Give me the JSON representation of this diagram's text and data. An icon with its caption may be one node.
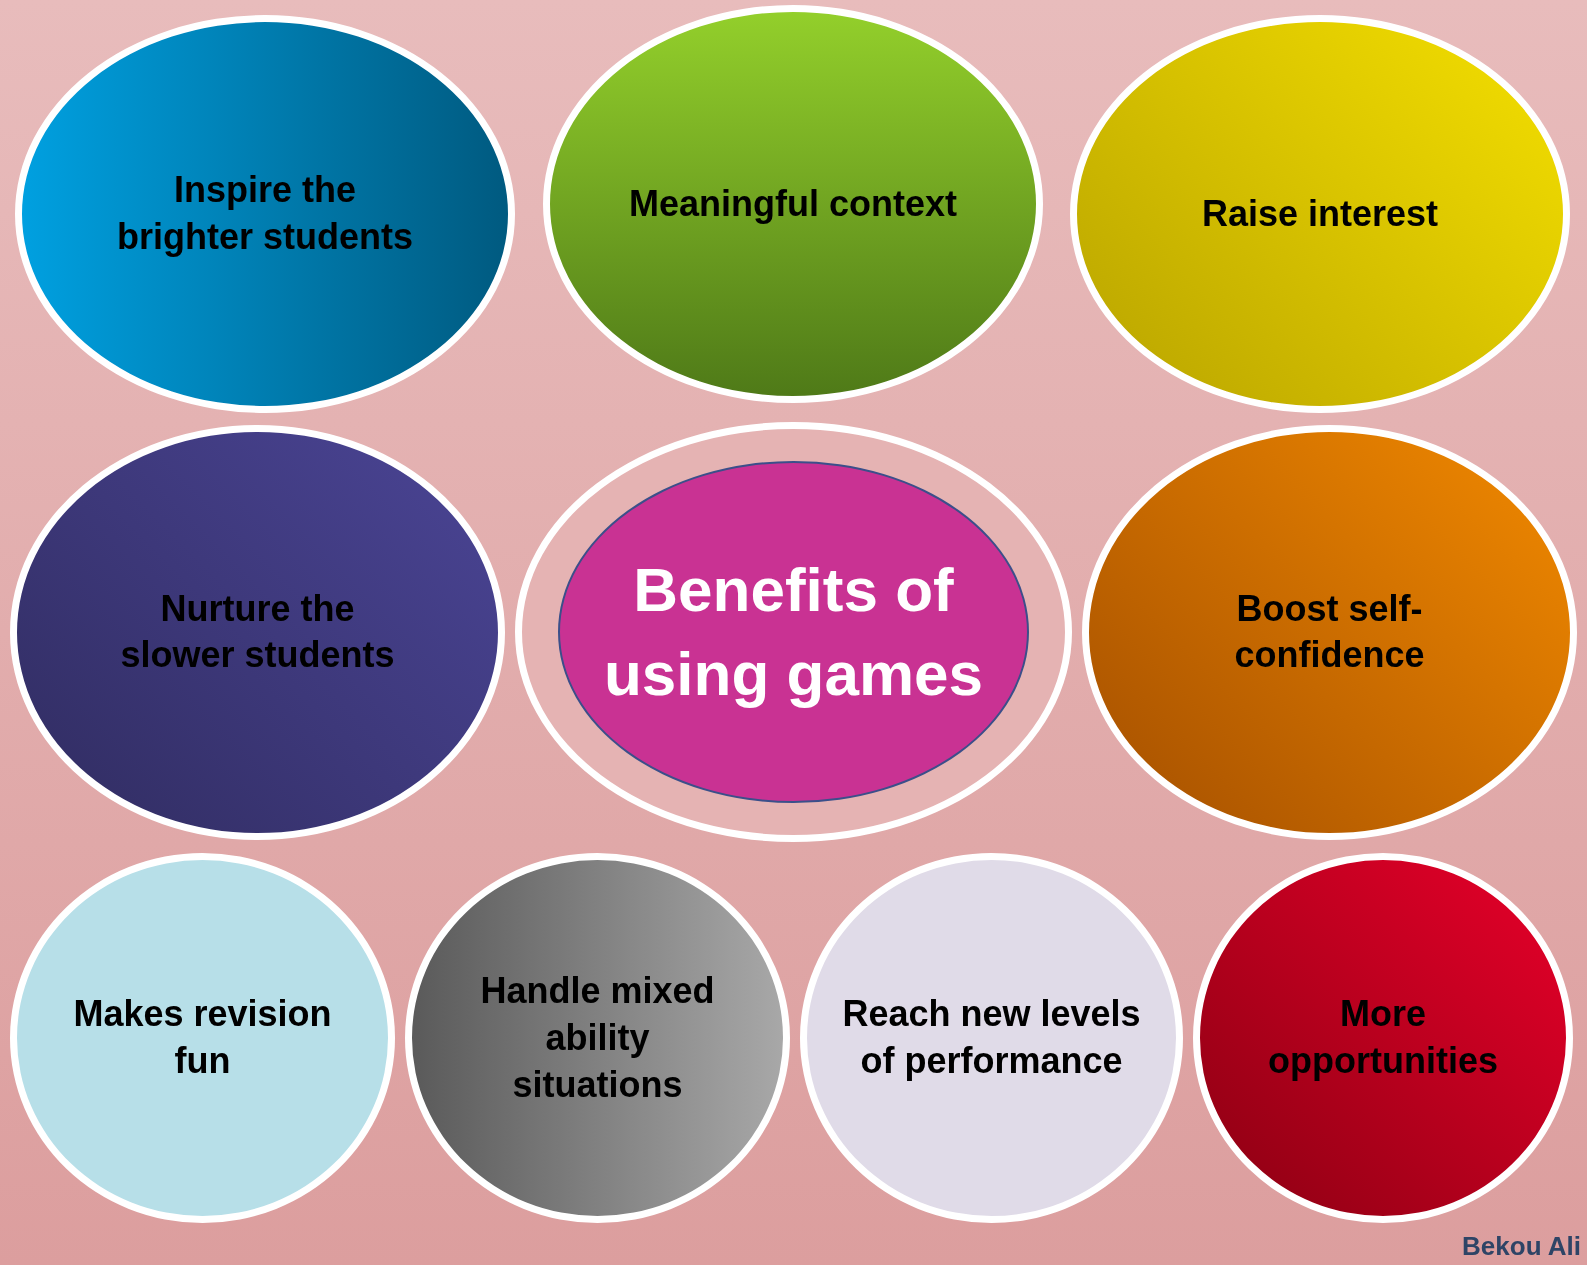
{
  "diagram": {
    "nodes": [
      {
        "text": [
          "Benefits of using games"
        ]
      },
      {
        "text": [
          "Meaningful context"
        ]
      },
      {
        "text": [
          "Raise interest"
        ]
      },
      {
        "text": [
          "Boost self-confidence"
        ]
      },
      {
        "text": [
          "More opportunities"
        ]
      },
      {
        "text": [
          "Reach new levels of performance"
        ]
      },
      {
        "text": [
          "Handle mixed ability situations"
        ]
      },
      {
        "text": [
          "Makes revision fun"
        ]
      },
      {
        "text": [
          "Nurture the slower students"
        ]
      },
      {
        "text": [
          "Inspire the brighter students"
        ]
      }
    ],
    "labels": [
      "Bekou Ali"
    ]
  }
}
